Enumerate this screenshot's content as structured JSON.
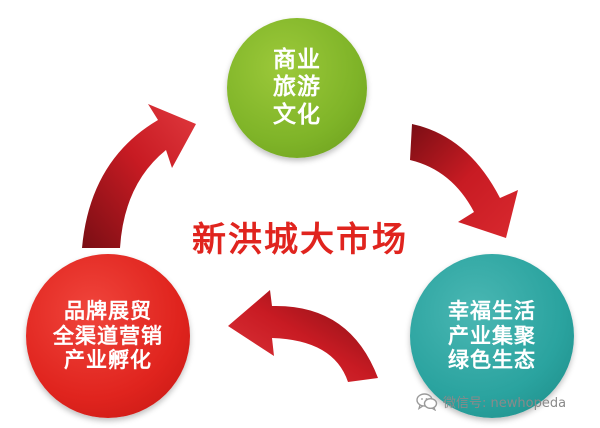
{
  "diagram": {
    "center_title": "新洪城大市场",
    "nodes": [
      {
        "id": "green",
        "color": "#7fb428",
        "lines": [
          "商业",
          "旅游",
          "文化"
        ]
      },
      {
        "id": "teal",
        "color": "#2aa39f",
        "lines": [
          "幸福生活",
          "产业集聚",
          "绿色生态"
        ]
      },
      {
        "id": "red",
        "color": "#e0241e",
        "lines": [
          "品牌展贸",
          "全渠道营销",
          "产业孵化"
        ]
      }
    ],
    "arrows": {
      "color": "#c81b23",
      "direction": "clockwise"
    }
  },
  "watermark": {
    "icon": "wechat-icon",
    "text": "微信号: newhopeda"
  }
}
